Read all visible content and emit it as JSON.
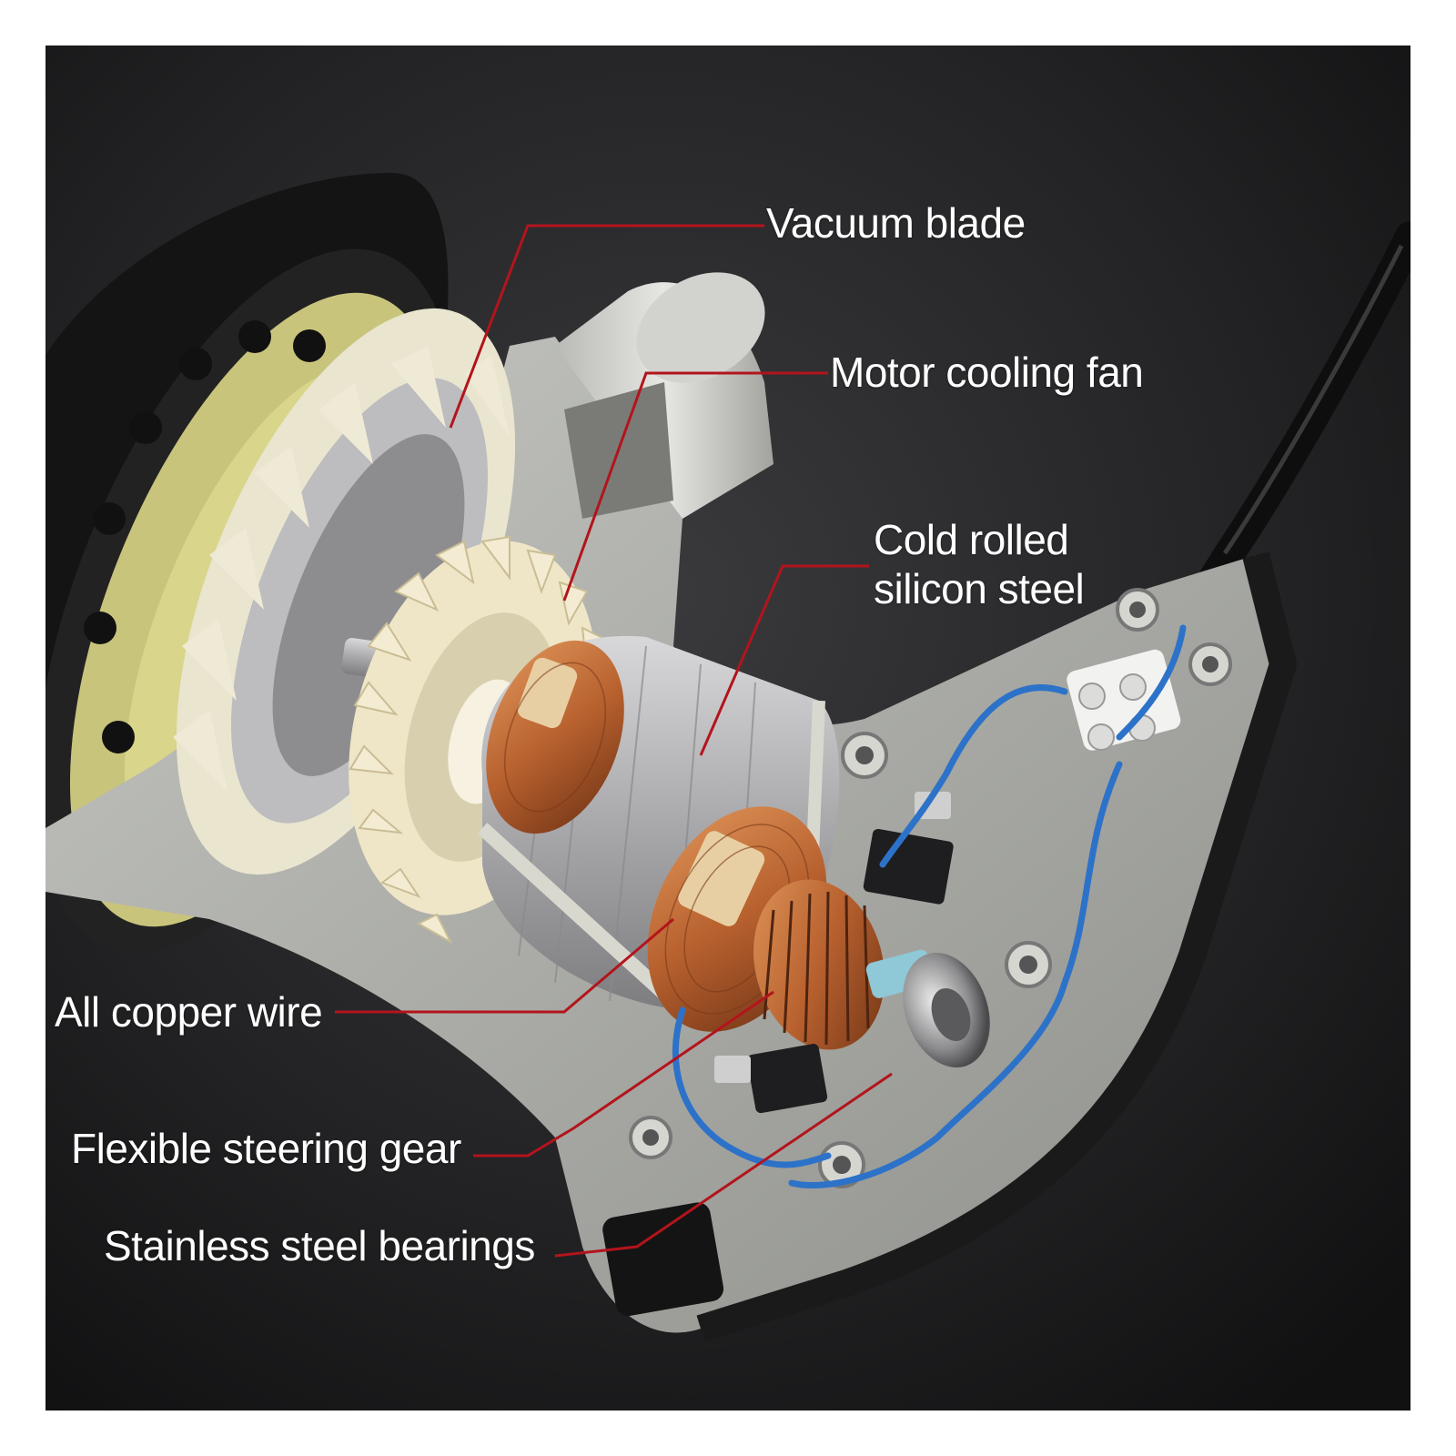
{
  "labels": {
    "vacuum_blade": "Vacuum blade",
    "motor_cooling_fan": "Motor cooling fan",
    "silicon_steel": [
      "Cold rolled",
      "silicon steel"
    ],
    "copper_wire": "All copper wire",
    "steering_gear": "Flexible steering gear",
    "bearings": "Stainless steel bearings"
  },
  "colors": {
    "background_dark": "#1b1b1d",
    "leader_line": "#b3141c",
    "label_text": "#ffffff",
    "housing_grey": "#a9aaa5",
    "copper": "#b8612f",
    "fan_cream": "#efe6c8",
    "pad_yellow": "#d9d58a",
    "wire_blue": "#2d72c9"
  }
}
